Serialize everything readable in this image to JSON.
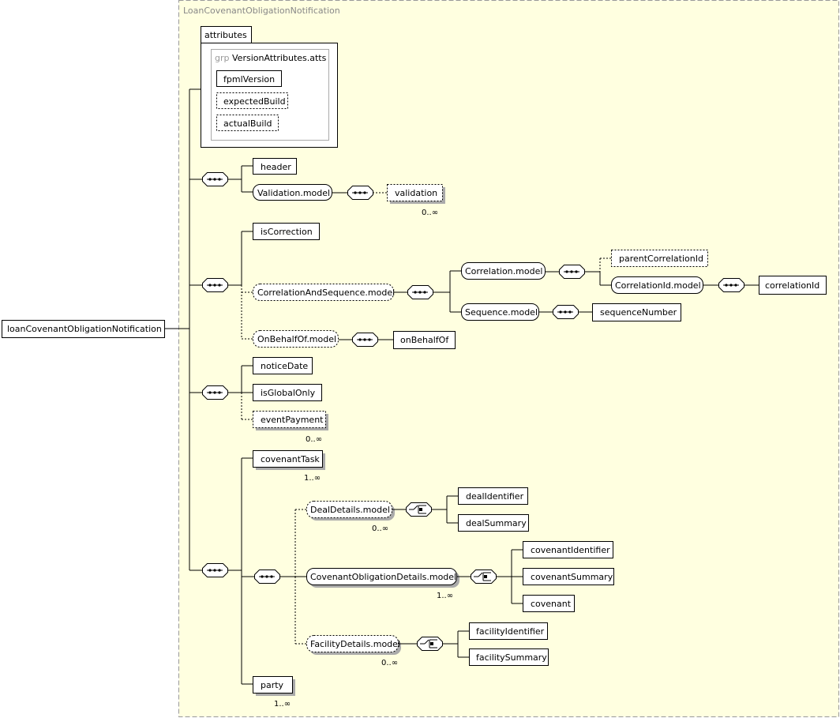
{
  "type_name": "LoanCovenantObligationNotification",
  "root": "loanCovenantObligationNotification",
  "attributes_tab": "attributes",
  "attr_group": {
    "keyword": "grp",
    "name": "VersionAttributes.atts",
    "items": [
      "fpmlVersion",
      "expectedBuild",
      "actualBuild"
    ]
  },
  "elements": {
    "header": "header",
    "validation_model": "Validation.model",
    "validation": "validation",
    "validation_occ": "0..∞",
    "isCorrection": "isCorrection",
    "correlation_and_sequence_model": "CorrelationAndSequence.model",
    "correlation_model": "Correlation.model",
    "parentCorrelationId": "parentCorrelationId",
    "correlationId_model": "CorrelationId.model",
    "correlationId": "correlationId",
    "sequence_model": "Sequence.model",
    "sequenceNumber": "sequenceNumber",
    "onBehalfOf_model": "OnBehalfOf.model",
    "onBehalfOf": "onBehalfOf",
    "noticeDate": "noticeDate",
    "isGlobalOnly": "isGlobalOnly",
    "eventPayment": "eventPayment",
    "eventPayment_occ": "0..∞",
    "covenantTask": "covenantTask",
    "covenantTask_occ": "1..∞",
    "dealDetails_model": "DealDetails.model",
    "dealDetails_occ": "0..∞",
    "dealIdentifier": "dealIdentifier",
    "dealSummary": "dealSummary",
    "covenantObligationDetails_model": "CovenantObligationDetails.model",
    "covenantObligationDetails_occ": "1..∞",
    "covenantIdentifier": "covenantIdentifier",
    "covenantSummary": "covenantSummary",
    "covenant": "covenant",
    "facilityDetails_model": "FacilityDetails.model",
    "facilityDetails_occ": "0..∞",
    "facilityIdentifier": "facilityIdentifier",
    "facilitySummary": "facilitySummary",
    "party": "party",
    "party_occ": "1..∞"
  }
}
